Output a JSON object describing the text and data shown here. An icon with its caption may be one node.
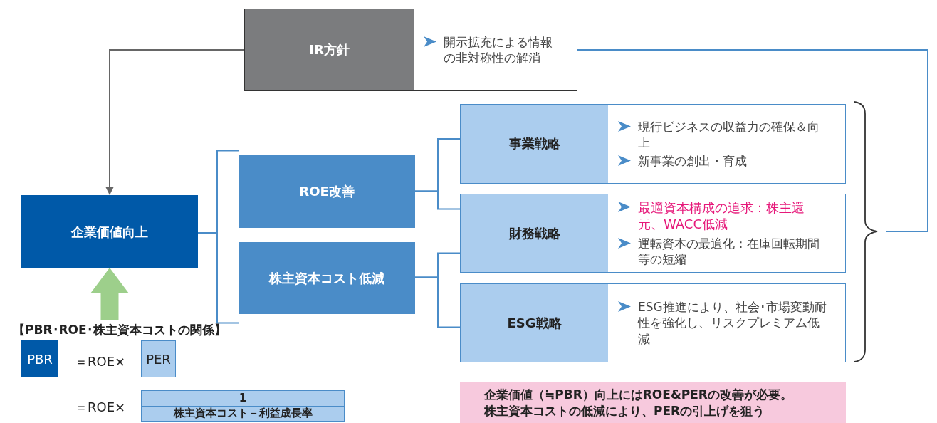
{
  "diagram": {
    "nodes": [
      {
        "text": [
          "IR方針",
          "開示拡充による情報の非対称性の解消"
        ]
      },
      {
        "text": [
          "企業価値向上"
        ]
      },
      {
        "text": [
          "ROE改善"
        ]
      },
      {
        "text": [
          "株主資本コスト低減"
        ]
      },
      {
        "text": [
          "事業戦略",
          "現行ビジネスの収益力の確保＆向上",
          "新事業の創出・育成"
        ]
      },
      {
        "text": [
          "財務戦略",
          "最適資本構成の追求：株主還元、WACC低減",
          "運転資本の最適化：在庫回転期間等の短縮"
        ]
      },
      {
        "text": [
          "ESG戦略",
          "ESG推進により、社会･市場変動耐性を強化し、リスクプレミアム低減"
        ]
      },
      {
        "text": [
          "【PBR･ROE･株主資本コストの関係】"
        ]
      },
      {
        "text": [
          "PBR"
        ]
      },
      {
        "text": [
          "PER"
        ]
      },
      {
        "text": [
          "1",
          "株主資本コスト－利益成長率"
        ]
      },
      {
        "text": [
          "企業価値（≒PBR）向上にはROE&PERの改善が必要。",
          "株主資本コストの低減により、PERの引上げを狙う"
        ]
      }
    ],
    "edges": [
      {
        "from": 0,
        "to": 1,
        "arrow": "to",
        "color": "#666666"
      },
      {
        "from": 1,
        "to": 2,
        "arrow": "none"
      },
      {
        "from": 1,
        "to": 3,
        "arrow": "none"
      },
      {
        "from": 2,
        "to": 4,
        "arrow": "none"
      },
      {
        "from": 2,
        "to": 5,
        "arrow": "none"
      },
      {
        "from": 3,
        "to": 5,
        "arrow": "none"
      },
      {
        "from": 3,
        "to": 6,
        "arrow": "none"
      },
      {
        "from": 7,
        "to": 1,
        "arrow": "to",
        "style": "thick",
        "color": "#9dcf8b"
      },
      {
        "from": null,
        "to": 0,
        "arrow": "none"
      }
    ],
    "labels": [
      "＝ROE×",
      "＝ROE×"
    ]
  }
}
